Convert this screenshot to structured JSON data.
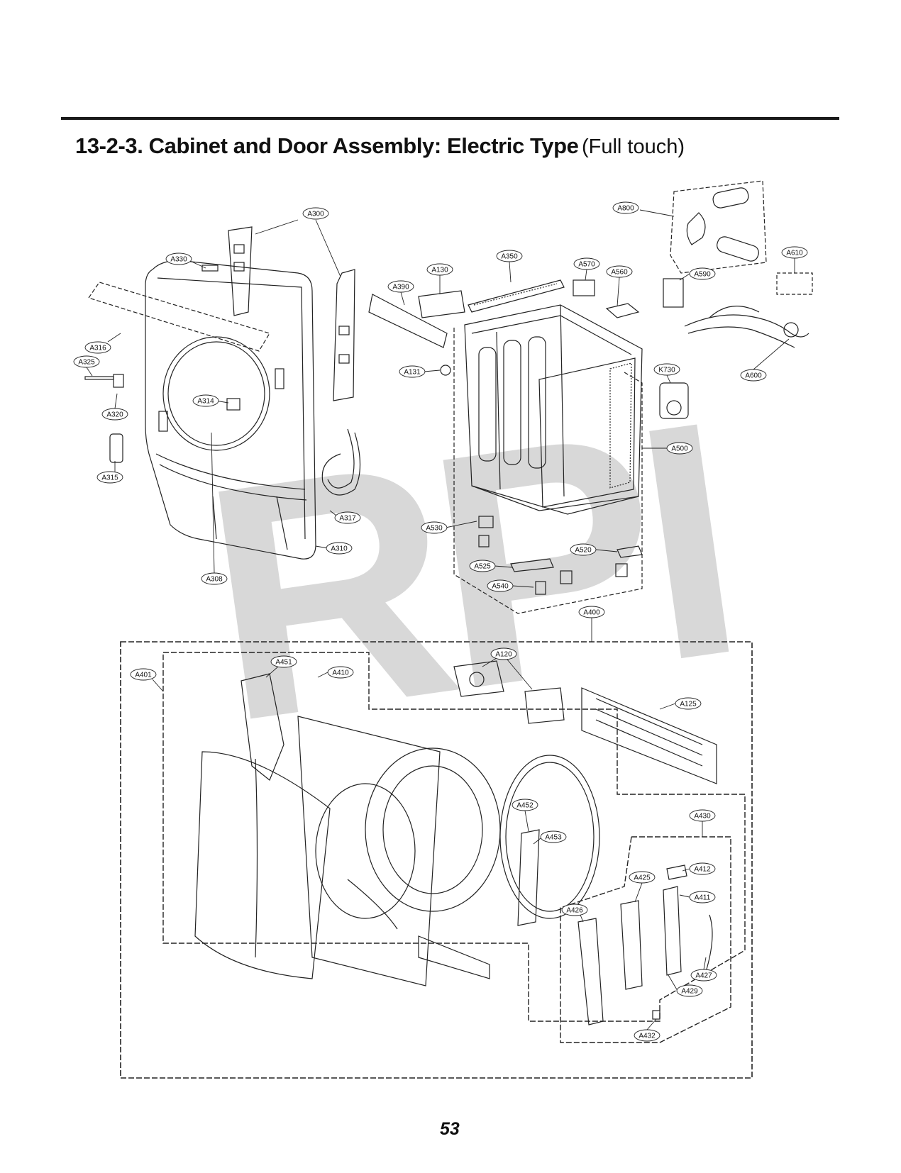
{
  "header": {
    "title_main": "13-2-3. Cabinet and Door Assembly: Electric Type",
    "title_sub": "(Full touch)"
  },
  "watermark": "RPI",
  "page_number": "53",
  "callouts": [
    {
      "id": "A300",
      "label": "A300"
    },
    {
      "id": "A330",
      "label": "A330"
    },
    {
      "id": "A316",
      "label": "A316"
    },
    {
      "id": "A325",
      "label": "A325"
    },
    {
      "id": "A320",
      "label": "A320"
    },
    {
      "id": "A314",
      "label": "A314"
    },
    {
      "id": "A315",
      "label": "A315"
    },
    {
      "id": "A308",
      "label": "A308"
    },
    {
      "id": "A317",
      "label": "A317"
    },
    {
      "id": "A310",
      "label": "A310"
    },
    {
      "id": "A390",
      "label": "A390"
    },
    {
      "id": "A130",
      "label": "A130"
    },
    {
      "id": "A350",
      "label": "A350"
    },
    {
      "id": "A570",
      "label": "A570"
    },
    {
      "id": "A560",
      "label": "A560"
    },
    {
      "id": "A590",
      "label": "A590"
    },
    {
      "id": "A800",
      "label": "A800"
    },
    {
      "id": "A610",
      "label": "A610"
    },
    {
      "id": "A600",
      "label": "A600"
    },
    {
      "id": "A131",
      "label": "A131"
    },
    {
      "id": "K730",
      "label": "K730"
    },
    {
      "id": "A500",
      "label": "A500"
    },
    {
      "id": "A530",
      "label": "A530"
    },
    {
      "id": "A520",
      "label": "A520"
    },
    {
      "id": "A525",
      "label": "A525"
    },
    {
      "id": "A540",
      "label": "A540"
    },
    {
      "id": "A400",
      "label": "A400"
    },
    {
      "id": "A401",
      "label": "A401"
    },
    {
      "id": "A451",
      "label": "A451"
    },
    {
      "id": "A410",
      "label": "A410"
    },
    {
      "id": "A120",
      "label": "A120"
    },
    {
      "id": "A125",
      "label": "A125"
    },
    {
      "id": "A452",
      "label": "A452"
    },
    {
      "id": "A453",
      "label": "A453"
    },
    {
      "id": "A430",
      "label": "A430"
    },
    {
      "id": "A412",
      "label": "A412"
    },
    {
      "id": "A425",
      "label": "A425"
    },
    {
      "id": "A411",
      "label": "A411"
    },
    {
      "id": "A426",
      "label": "A426"
    },
    {
      "id": "A427",
      "label": "A427"
    },
    {
      "id": "A429",
      "label": "A429"
    },
    {
      "id": "A432",
      "label": "A432"
    }
  ]
}
